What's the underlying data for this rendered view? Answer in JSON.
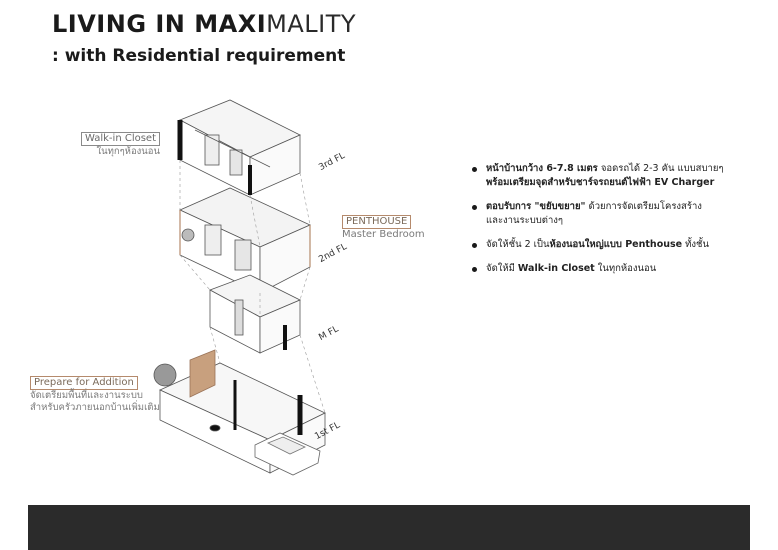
{
  "title": {
    "bold": "LIVING IN MAXI",
    "light": "MALITY"
  },
  "subtitle": ": with Residential requirement",
  "callouts": {
    "walkin": {
      "tag": "Walk-in Closet",
      "note": "ในทุกๆห้องนอน"
    },
    "penthouse": {
      "tag": "PENTHOUSE",
      "note": "Master Bedroom"
    },
    "addition": {
      "tag": "Prepare for Addition",
      "note1": "จัดเตรียมพื้นที่และงานระบบ",
      "note2": "สำหรับครัวภายนอกบ้านเพิ่มเติม"
    }
  },
  "floors": [
    "3rd FL",
    "2nd FL",
    "M FL",
    "1st FL"
  ],
  "bullets": [
    {
      "b1": "หน้าบ้านกว้าง 6-7.8 เมตร",
      "t1": " จอดรถได้ 2-3 คัน แบบสบายๆ",
      "b2": "พร้อมเตรียมจุดสำหรับชาร์จรถยนต์ไฟฟ้า EV Charger"
    },
    {
      "b1": "ตอบรับการ \"ขยับขยาย\"",
      "t1": " ด้วยการจัดเตรียมโครงสร้าง",
      "t2": "และงานระบบต่างๆ"
    },
    {
      "t1": "จัดให้ชั้น 2 เป็น",
      "b1": "ห้องนอนใหญ่แบบ Penthouse",
      "t2": " ทั้งชั้น"
    },
    {
      "t1": "จัดให้มี ",
      "b1": "Walk-in Closet",
      "t2": " ในทุกห้องนอน"
    }
  ],
  "colors": {
    "accent_brown": "#b58a6c",
    "wood": "#c8a07e",
    "footer": "#2b2b2b"
  }
}
